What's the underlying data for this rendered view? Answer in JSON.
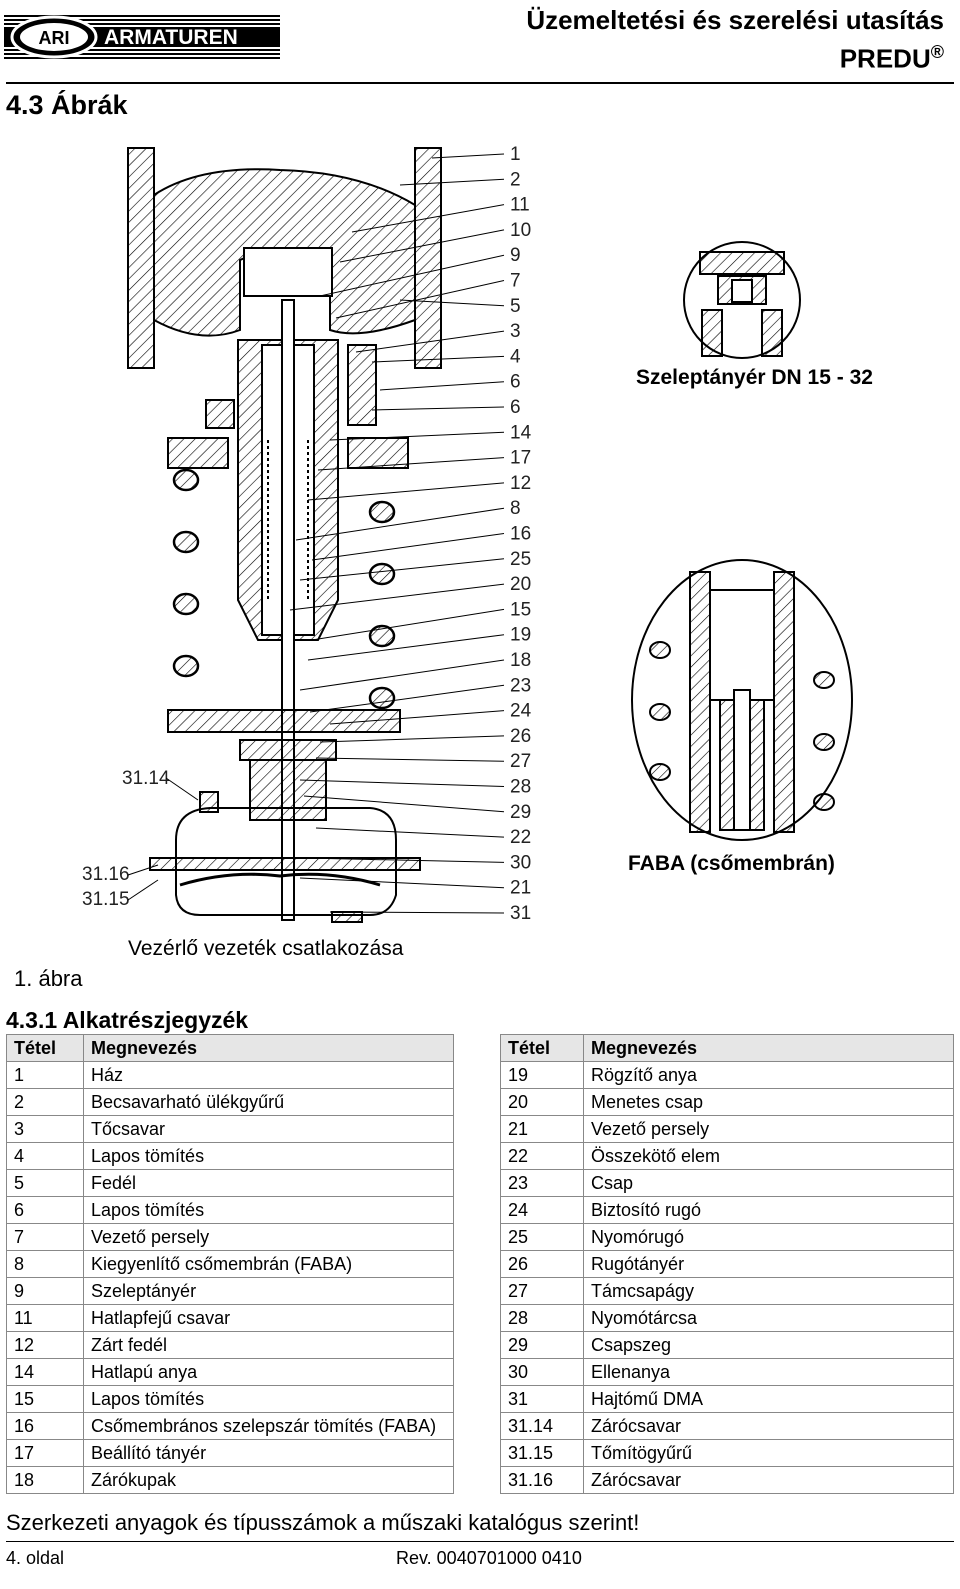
{
  "header": {
    "brand_left": "ARI",
    "brand_right": "ARMATUREN",
    "title_line1": "Üzemeltetési és szerelési utasítás",
    "title_line2": "PREDU",
    "title_sup": "®"
  },
  "section_heading": "4.3  Ábrák",
  "figure": {
    "caption": "1. ábra",
    "connection_label": "Vezérlő vezeték csatlakozása",
    "detail_disc_label": "Szeleptányér DN 15 - 32",
    "detail_faba_label": "FABA (csőmembrán)",
    "callouts_right": [
      "1",
      "2",
      "11",
      "10",
      "9",
      "7",
      "5",
      "3",
      "4",
      "6",
      "6",
      "14",
      "17",
      "12",
      "8",
      "16",
      "25",
      "20",
      "15",
      "19",
      "18",
      "23",
      "24",
      "26",
      "27",
      "28",
      "29",
      "22",
      "30",
      "21",
      "31"
    ],
    "callouts_left": [
      "31.14",
      "31.16",
      "31.15"
    ]
  },
  "parts_heading": "4.3.1  Alkatrészjegyzék",
  "parts_table": {
    "col_number": "Tétel",
    "col_name": "Megnevezés",
    "left_rows": [
      {
        "num": "1",
        "name": "Ház"
      },
      {
        "num": "2",
        "name": "Becsavarható ülékgyűrű"
      },
      {
        "num": "3",
        "name": "Tőcsavar"
      },
      {
        "num": "4",
        "name": "Lapos tömítés"
      },
      {
        "num": "5",
        "name": "Fedél"
      },
      {
        "num": "6",
        "name": "Lapos tömítés"
      },
      {
        "num": "7",
        "name": "Vezető persely"
      },
      {
        "num": "8",
        "name": "Kiegyenlítő csőmembrán (FABA)"
      },
      {
        "num": "9",
        "name": "Szeleptányér"
      },
      {
        "num": "11",
        "name": "Hatlapfejű csavar"
      },
      {
        "num": "12",
        "name": "Zárt fedél"
      },
      {
        "num": "14",
        "name": "Hatlapú anya"
      },
      {
        "num": "15",
        "name": "Lapos tömítés"
      },
      {
        "num": "16",
        "name": "Csőmembrános szelepszár tömítés (FABA)"
      },
      {
        "num": "17",
        "name": "Beállító tányér"
      },
      {
        "num": "18",
        "name": "Zárókupak"
      }
    ],
    "right_rows": [
      {
        "num": "19",
        "name": "Rögzítő anya"
      },
      {
        "num": "20",
        "name": "Menetes csap"
      },
      {
        "num": "21",
        "name": "Vezető persely"
      },
      {
        "num": "22",
        "name": "Összekötő elem"
      },
      {
        "num": "23",
        "name": "Csap"
      },
      {
        "num": "24",
        "name": "Biztosító rugó"
      },
      {
        "num": "25",
        "name": "Nyomórugó"
      },
      {
        "num": "26",
        "name": "Rugótányér"
      },
      {
        "num": "27",
        "name": "Támcsapágy"
      },
      {
        "num": "28",
        "name": "Nyomótárcsa"
      },
      {
        "num": "29",
        "name": "Csapszeg"
      },
      {
        "num": "30",
        "name": "Ellenanya"
      },
      {
        "num": "31",
        "name": "Hajtómű DMA"
      },
      {
        "num": "31.14",
        "name": "Zárócsavar"
      },
      {
        "num": "31.15",
        "name": "Tőmítögyűrű"
      },
      {
        "num": "31.16",
        "name": "Zárócsavar"
      }
    ]
  },
  "footer": {
    "note": "Szerkezeti anyagok és típusszámok a műszaki katalógus szerint!",
    "page": "4. oldal",
    "revision": "Rev. 0040701000 0410"
  }
}
